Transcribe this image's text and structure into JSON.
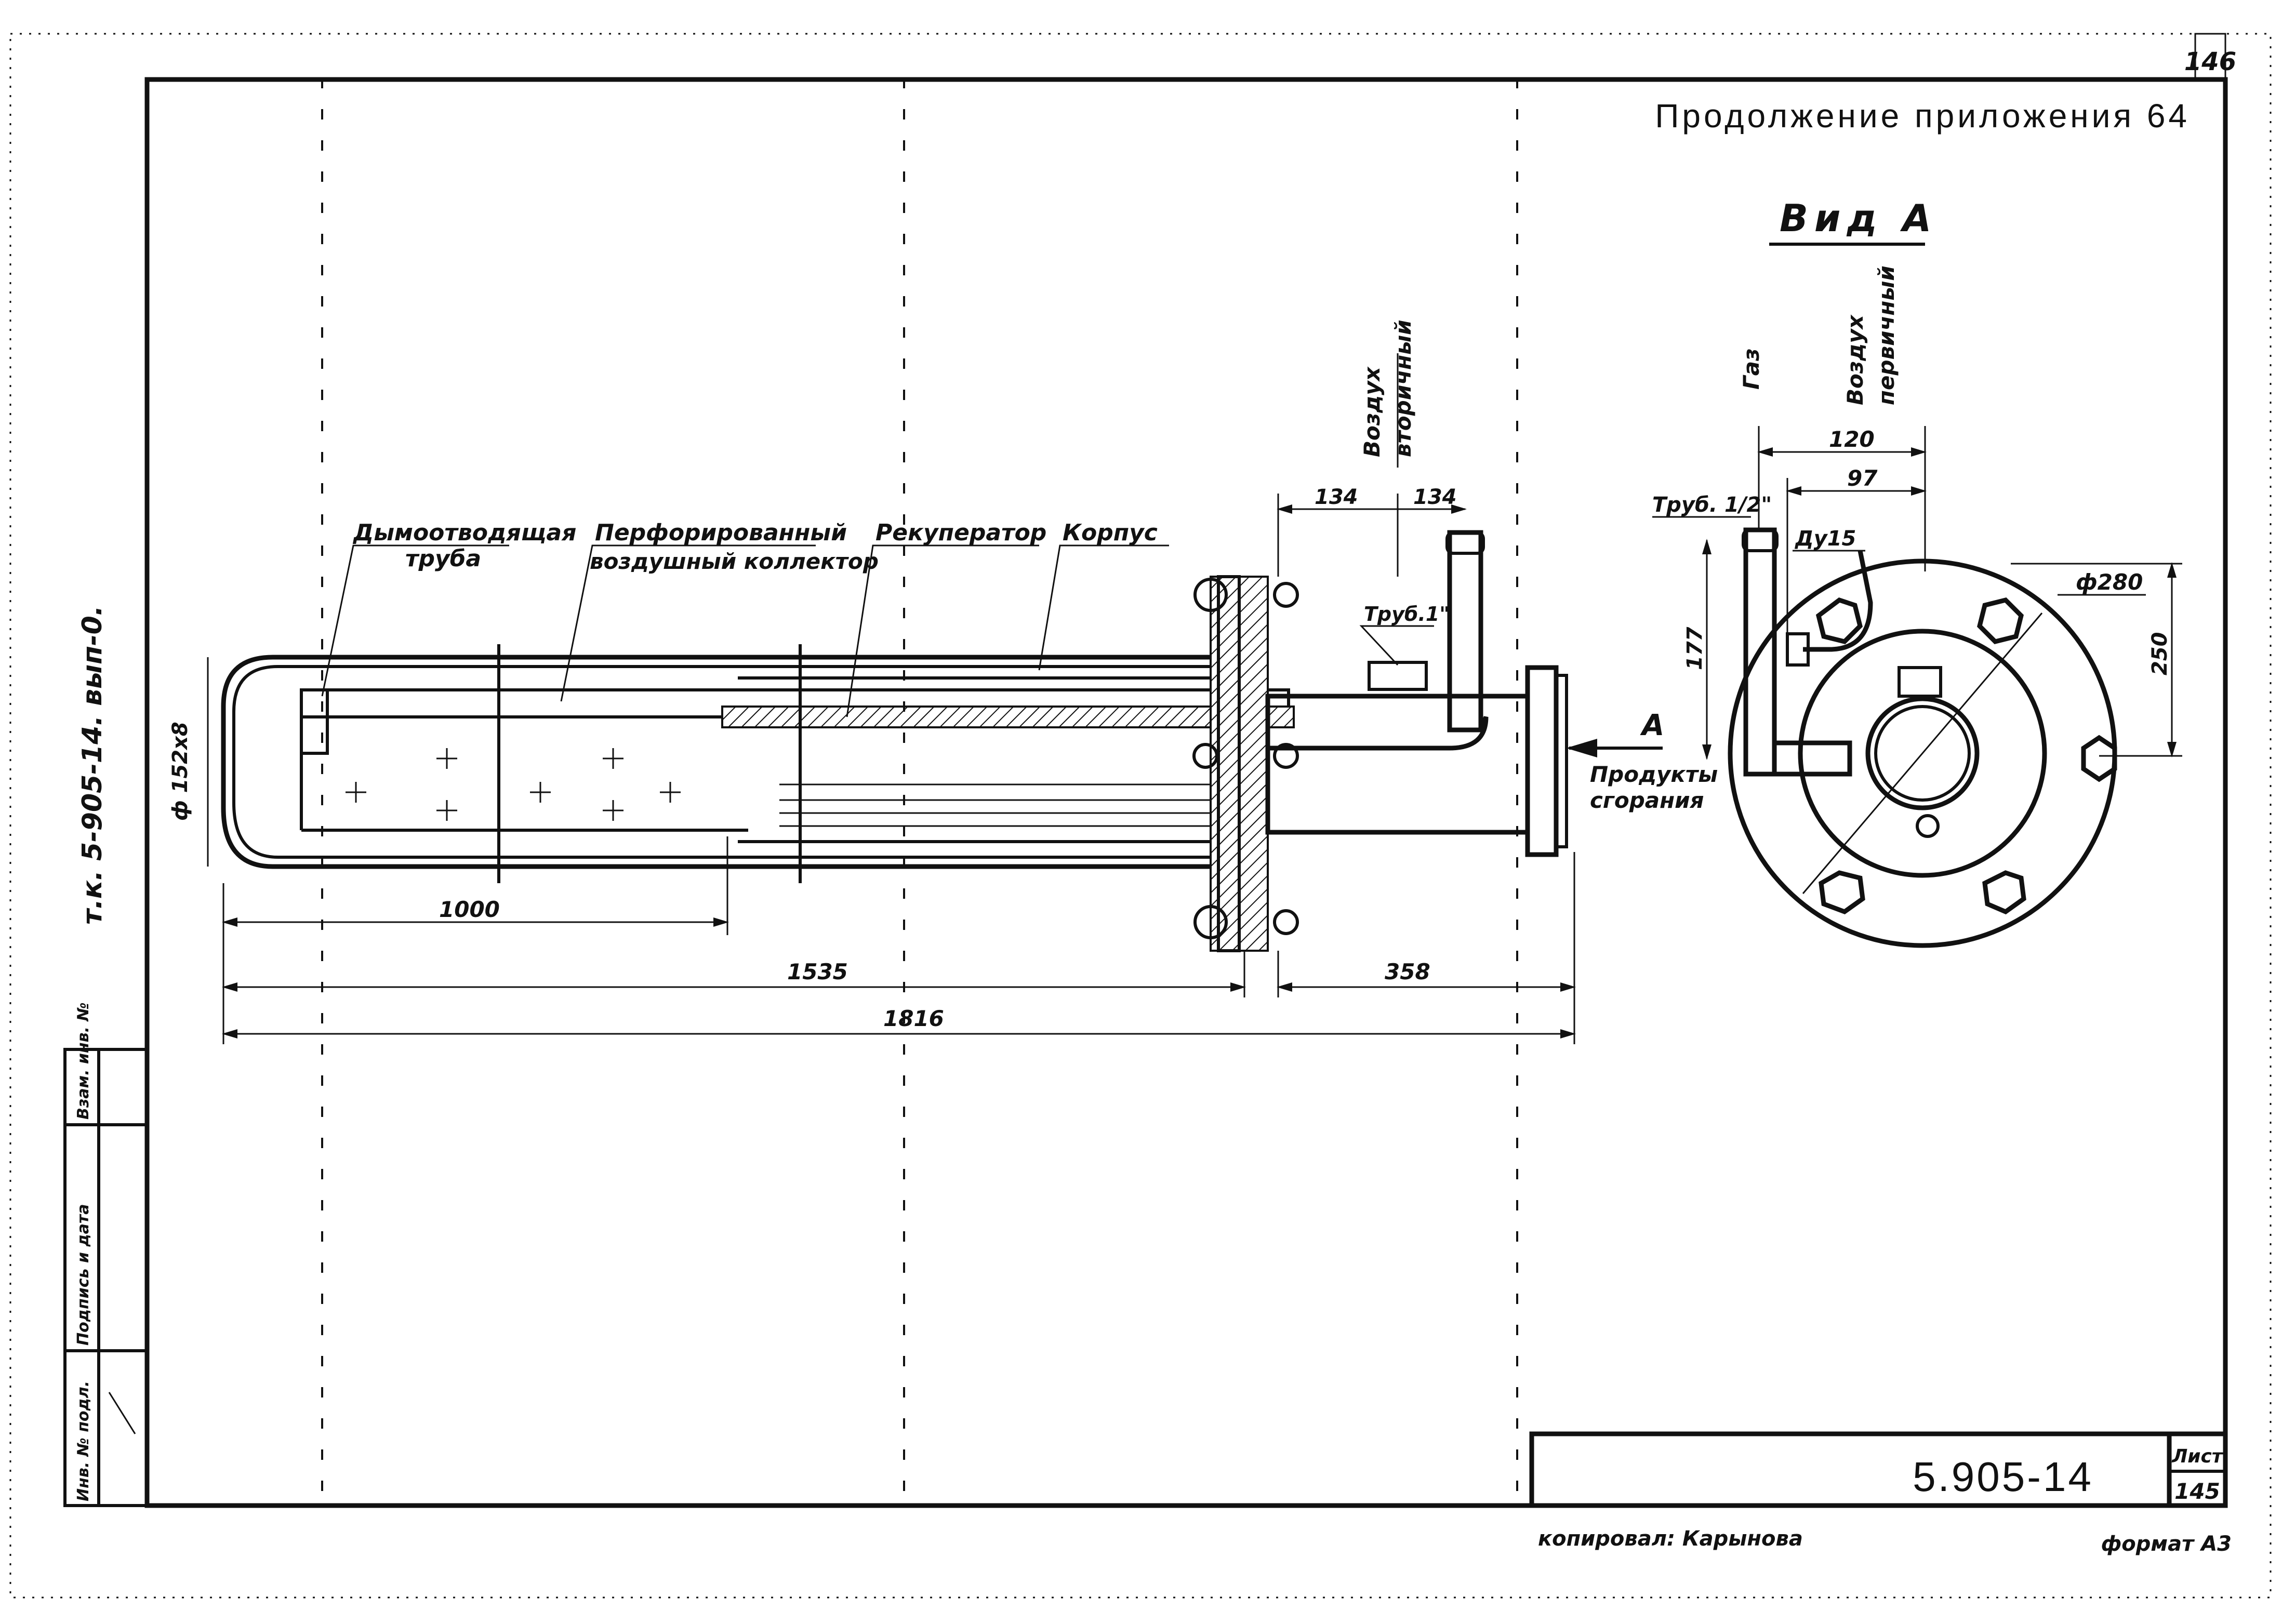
{
  "sheet": {
    "corner_number": "146",
    "header_title": "Продолжение приложения 64",
    "side_code": "т.к. 5-905-14. вып-0.",
    "sheet_label": "Лист",
    "sheet_number": "145",
    "series_code": "5.905-14",
    "copied_by": "копировал: Карынова",
    "format": "формат А3"
  },
  "stamp_column": {
    "cells": [
      "Инв. № подл.",
      "Подпись и дата",
      "Взам. инв. №"
    ]
  },
  "main_view": {
    "labels": {
      "exhaust_pipe_line1": "Дымоотводящая",
      "exhaust_pipe_line2": "труба",
      "collector_line1": "Перфорированный",
      "collector_line2": "воздушный коллектор",
      "recuperator": "Рекуператор",
      "housing": "Корпус",
      "secondary_air_line1": "Воздух",
      "secondary_air_line2": "вторичный",
      "pipe_1in": "Труб.1\"",
      "combustion_products_line1": "Продукты",
      "combustion_products_line2": "сгорания",
      "view_marker": "А",
      "diameter": "ф 152х8"
    },
    "dimensions": {
      "d134_left": "134",
      "d134_right": "134",
      "d1000": "1000",
      "d1535": "1535",
      "d358": "358",
      "d1816": "1816"
    }
  },
  "view_a": {
    "title": "Вид А",
    "labels": {
      "gas": "Газ",
      "primary_air_line1": "Воздух",
      "primary_air_line2": "первичный",
      "pipe_half_in": "Труб. 1/2\"",
      "du15": "Ду15"
    },
    "dimensions": {
      "d120": "120",
      "d97": "97",
      "d177": "177",
      "d280": "ф280",
      "d250": "250"
    }
  }
}
